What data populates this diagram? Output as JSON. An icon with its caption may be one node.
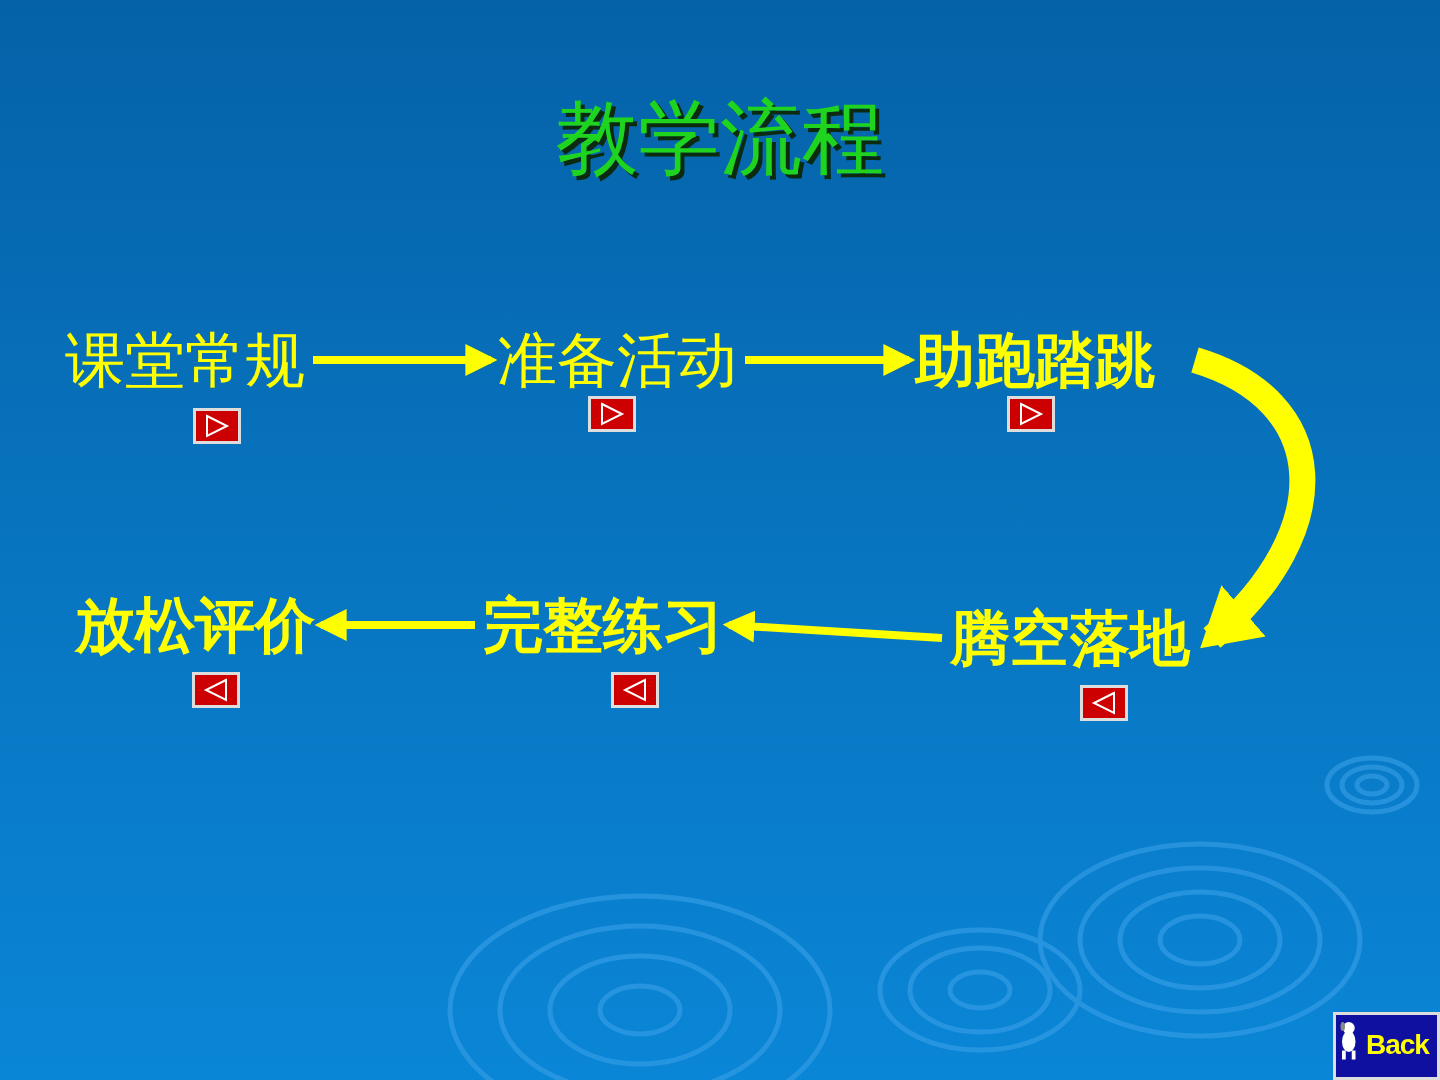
{
  "diagram": {
    "title": "教学流程",
    "nodes": [
      {
        "text": [
          "课堂常规"
        ]
      },
      {
        "text": [
          "准备活动"
        ]
      },
      {
        "text": [
          "助跑踏跳"
        ]
      },
      {
        "text": [
          "腾空落地"
        ]
      },
      {
        "text": [
          "完整练习"
        ]
      },
      {
        "text": [
          "放松评价"
        ]
      }
    ],
    "edges": [
      {
        "from": 0,
        "to": 1,
        "arrow": "to"
      },
      {
        "from": 1,
        "to": 2,
        "arrow": "to"
      },
      {
        "from": 2,
        "to": 3,
        "arrow": "to",
        "style": "thick"
      },
      {
        "from": 3,
        "to": 4,
        "arrow": "to"
      },
      {
        "from": 4,
        "to": 5,
        "arrow": "to"
      }
    ],
    "labels": [
      "Back"
    ]
  }
}
